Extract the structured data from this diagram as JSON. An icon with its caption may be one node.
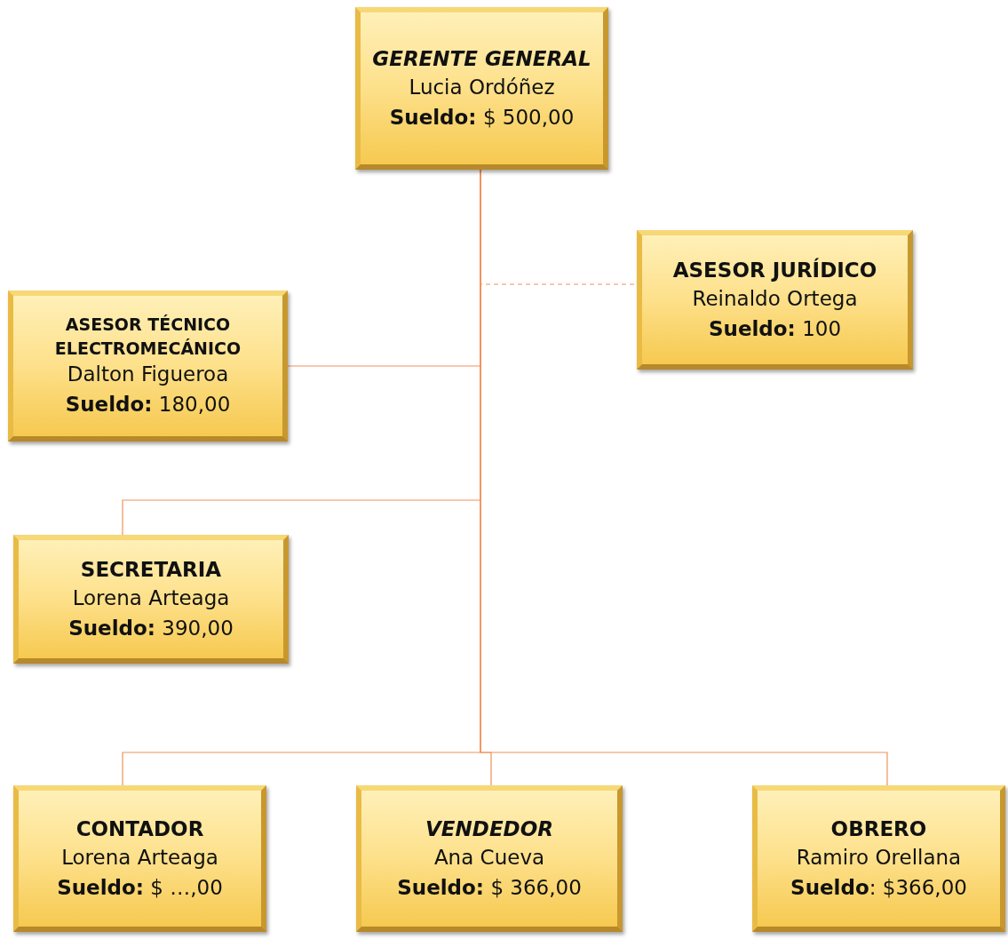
{
  "diagram": {
    "nodes": [
      {
        "text": [
          "*GERENTE GENERAL*",
          "Lucia Ordóñez",
          "**Sueldo:** $ 500,00"
        ]
      },
      {
        "text": [
          "ASESOR JURÍDICO",
          "Reinaldo Ortega",
          "**Sueldo:** 100"
        ]
      },
      {
        "text": [
          "ASESOR TÉCNICO ELECTROMECÁNICO",
          "Dalton Figueroa",
          "**Sueldo:** 180,00"
        ]
      },
      {
        "text": [
          "SECRETARIA",
          "Lorena Arteaga",
          "**Sueldo:** 390,00"
        ]
      },
      {
        "text": [
          "CONTADOR",
          "Lorena Arteaga",
          "**Sueldo:** $ …,00"
        ]
      },
      {
        "text": [
          "*VENDEDOR*",
          "Ana Cueva",
          "**Sueldo:** $ 366,00"
        ]
      },
      {
        "text": [
          "OBRERO",
          "Ramiro Orellana",
          "**Sueldo**: $366,00"
        ]
      }
    ],
    "edges": [
      {
        "from": 0,
        "to": 1,
        "arrow": "none",
        "style": "dashed"
      },
      {
        "from": 0,
        "to": 2,
        "arrow": "none"
      },
      {
        "from": 0,
        "to": 3,
        "arrow": "none"
      },
      {
        "from": 0,
        "to": 4,
        "arrow": "none"
      },
      {
        "from": 0,
        "to": 5,
        "arrow": "none"
      },
      {
        "from": 0,
        "to": 6,
        "arrow": "none"
      }
    ]
  }
}
